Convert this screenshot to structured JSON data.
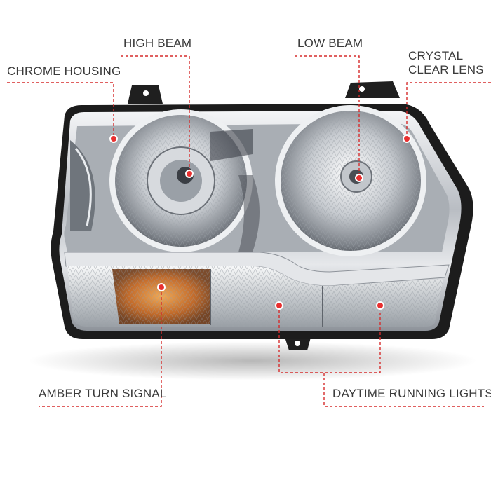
{
  "callouts": {
    "high_beam": "HIGH BEAM",
    "low_beam": "LOW BEAM",
    "chrome_housing": "CHROME HOUSING",
    "crystal_clear_lens_line1": "CRYSTAL",
    "crystal_clear_lens_line2": "CLEAR LENS",
    "amber_turn_signal": "AMBER TURN SIGNAL",
    "daytime_running_lights": "DAYTIME RUNNING LIGHTS"
  },
  "colors": {
    "accent": "#d62c2c",
    "label_text": "#3a3a3a",
    "housing_dark": "#1c1c1c",
    "chrome": "#c9ccd1",
    "amber": "#d9781c"
  }
}
